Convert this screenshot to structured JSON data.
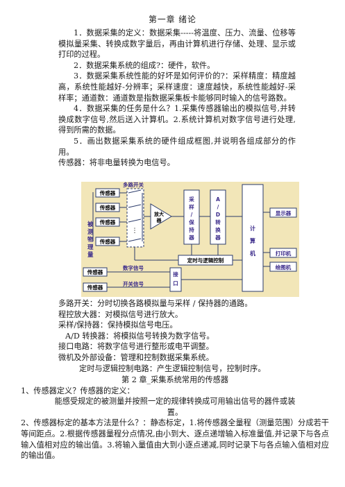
{
  "chapter1": {
    "title": "第一章  绪论",
    "p1": "1．数据采集的定义：数据采集-----将温度、压力、流量、位移等模拟量采集、转换成数字量后，再由计算机进行存储、处理、显示或打印的过程。",
    "p2": "2．数据采集系统的组成?：硬件，软件。",
    "p3": "3．数据采集系统性能的好坏是如何评价的?：采样精度：精度越高，系统性能越好-分辨率；采样速度：速度越快，系统性能越好-采样率；通道数：通道数是指数据采集板卡能够同时输入的信号路数。",
    "p4": "4．数据采集的任务是什么？1.采集传感器输出的模拟信号,并转换成数字信号,然后送入计算机。2.系统计算机对数字信号进行处理,得到所需的数据。",
    "p5": "5．画出数据采集系统的硬件组成框图,并说明各组成部分的作用。",
    "sensor_line": "传感器：将非电量转换为电信号。"
  },
  "diagram": {
    "mux": "多路开关",
    "sensor": "传感器",
    "measured": "被测物理量",
    "amp": "放大器",
    "sh": "采样/保持器",
    "ad": "A/D转换器",
    "computer": "计算机",
    "display": "显示器",
    "printer": "打印机",
    "plotter": "绘图机",
    "timing": "定时与逻辑控制",
    "digital": "数字信号",
    "switch": "开关信号",
    "iface": "接口",
    "dots": "⋮"
  },
  "defs": [
    "多路开关：分时切换各路模拟量与采样 / 保持器的通路。",
    "程控放大器：对模拟信号进行放大。",
    "采样/保持器：保持模拟信号电压。",
    "A/D 转换器：将模拟信号转换为数字信号。",
    "接口电路：将数字信号进行整形或电平调整。",
    "微机及外部设备：管理和控制数据采集系统。",
    "定时与逻辑控制电路：产生逻辑控制信号，控制时序。"
  ],
  "chapter2": {
    "title": "第  2  章_采集系统常用的传感器",
    "q1": "1、传感器定义？传感器的定义：",
    "a1": "能感受规定的被测量并按照一定的规律转换成可用输出信号的器件或装置。",
    "q2": "2、传感器标定的基本方法是什么？：静态标定，1.将传感器全量程（测量范围）分成若干等间距点。2.根据传感器量程分点情况,由小到大、逐点递增输入标准量值,并记录下与各点输入值相对应的输出值。3.将输入量值由大到小逐点递减,同时记录下与各点输入值相对应的输出值。"
  },
  "colors": {
    "diagram_bg": "#f2e6b8",
    "box_fill": "#ffffff",
    "box_stroke": "#2a3a6a",
    "label_purple": "#3a2a8a",
    "text": "#1a1a1a"
  }
}
